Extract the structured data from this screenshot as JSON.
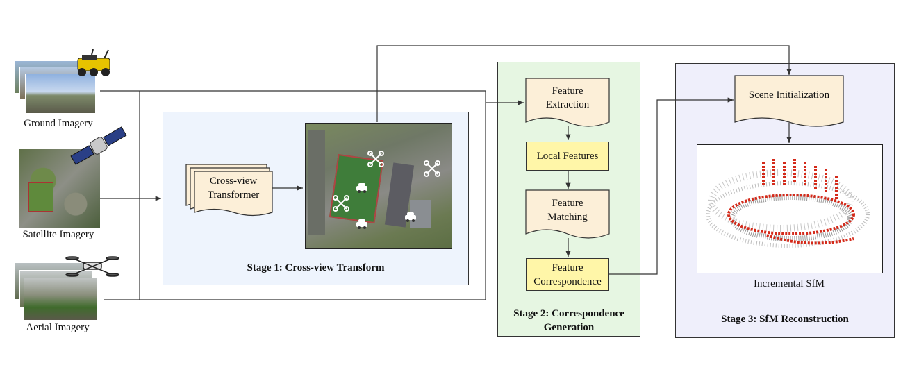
{
  "inputs": {
    "ground_label": "Ground Imagery",
    "satellite_label": "Satellite Imagery",
    "aerial_label": "Aerial Imagery"
  },
  "stage1": {
    "transformer_label_line1": "Cross-view",
    "transformer_label_line2": "Transformer",
    "title": "Stage 1: Cross-view Transform"
  },
  "stage2": {
    "feature_extraction_line1": "Feature",
    "feature_extraction_line2": "Extraction",
    "local_features": "Local Features",
    "feature_matching_line1": "Feature",
    "feature_matching_line2": "Matching",
    "feature_correspondence_line1": "Feature",
    "feature_correspondence_line2": "Correspondence",
    "title_line1": "Stage 2: Correspondence",
    "title_line2": "Generation"
  },
  "stage3": {
    "scene_init": "Scene Initialization",
    "sfm_caption": "Incremental SfM",
    "title": "Stage 3: SfM Reconstruction"
  },
  "colors": {
    "stage1_bg": "#eef4fd",
    "stage2_bg": "#e6f6e2",
    "stage3_bg": "#efeffb",
    "doc_fill": "#fcefd8",
    "yellow_fill": "#fff6a8"
  }
}
